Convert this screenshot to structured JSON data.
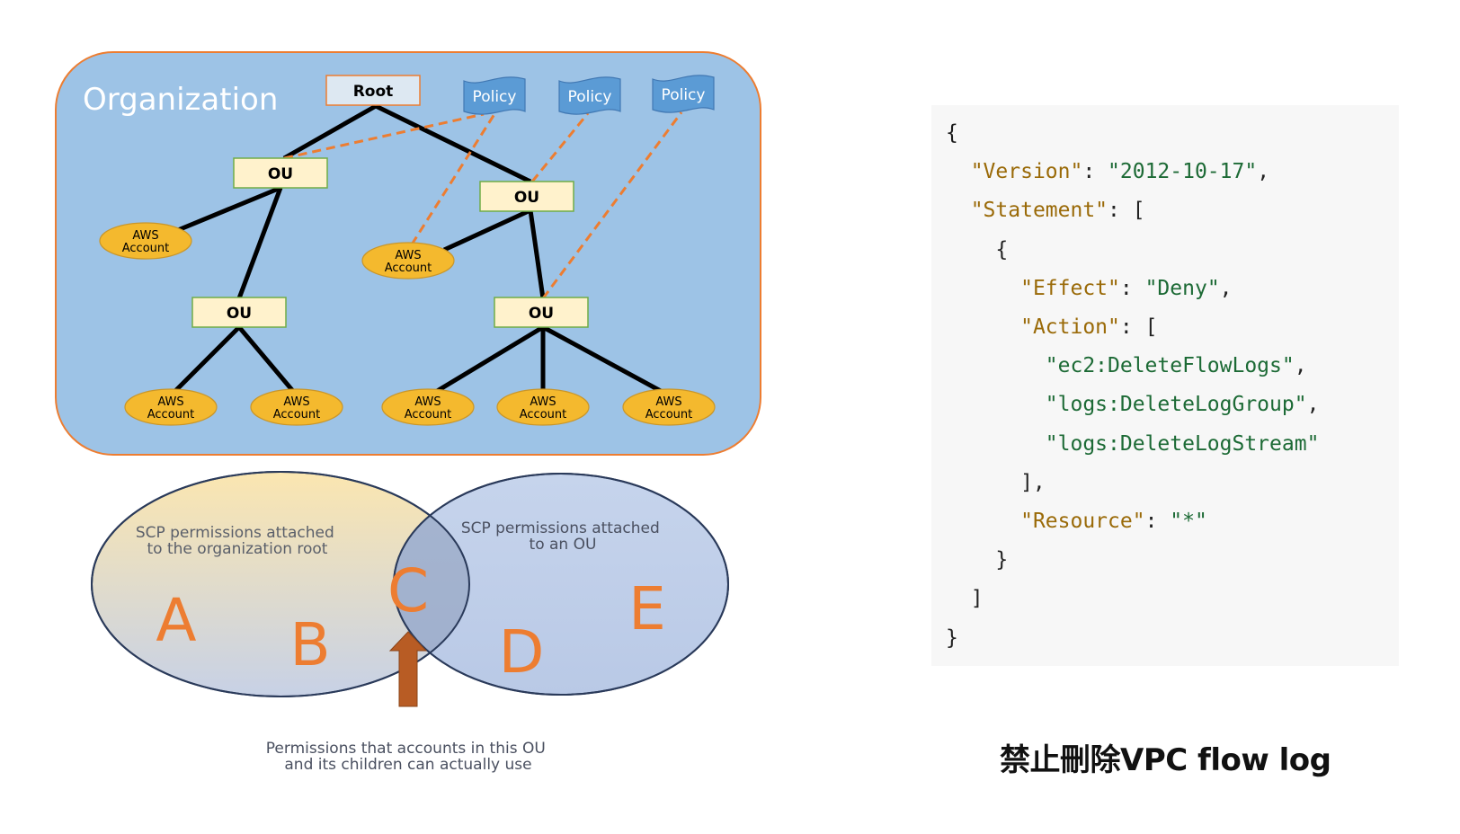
{
  "org_diagram": {
    "title": "Organization",
    "root_label": "Root",
    "ou_label": "OU",
    "account_label_line1": "AWS",
    "account_label_line2": "Account",
    "policy_label": "Policy",
    "colors": {
      "background": "#9dc3e6",
      "border": "#ed7d31",
      "ou_fill": "#fff2cc",
      "ou_border": "#70ad47",
      "account_fill": "#f4b92e",
      "policy_fill": "#5b9bd5",
      "dashed_link": "#ed7d31"
    }
  },
  "venn": {
    "left_label_line1": "SCP permissions attached",
    "left_label_line2": "to the organization root",
    "right_label_line1": "SCP permissions attached",
    "right_label_line2": "to an OU",
    "letters": [
      "A",
      "B",
      "C",
      "D",
      "E"
    ],
    "caption_line1": "Permissions that accounts in this OU",
    "caption_line2": "and its children can actually use",
    "colors": {
      "letter": "#ed7d31",
      "arrow": "#b85c24",
      "outline": "#2a3a5a"
    }
  },
  "policy_json": {
    "open_brace": "{",
    "version_key": "\"Version\"",
    "version_value": "\"2012-10-17\"",
    "statement_key": "\"Statement\"",
    "effect_key": "\"Effect\"",
    "effect_value": "\"Deny\"",
    "action_key": "\"Action\"",
    "actions": [
      "\"ec2:DeleteFlowLogs\"",
      "\"logs:DeleteLogGroup\"",
      "\"logs:DeleteLogStream\""
    ],
    "resource_key": "\"Resource\"",
    "resource_value": "\"*\""
  },
  "caption": "禁止刪除VPC flow log"
}
